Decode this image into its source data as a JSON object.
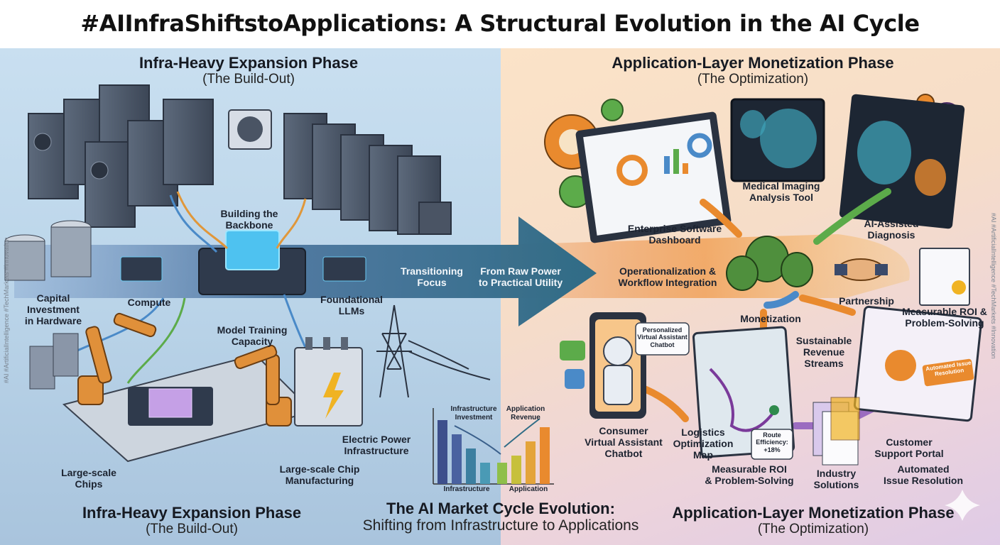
{
  "title": "#AIInfraShiftstoApplications: A Structural Evolution in the AI Cycle",
  "top_left": {
    "phase": "Infra-Heavy Expansion Phase",
    "sub": "(The Build-Out)"
  },
  "top_right": {
    "phase": "Application-Layer Monetization Phase",
    "sub": "(The Optimization)"
  },
  "bottom_left": {
    "phase": "Infra-Heavy Expansion Phase",
    "sub": "(The Build-Out)"
  },
  "bottom_center": {
    "title": "The AI Market Cycle Evolution:",
    "sub": "Shifting from Infrastructure to Applications"
  },
  "bottom_right": {
    "phase": "Application-Layer Monetization Phase",
    "sub": "(The Optimization)"
  },
  "infra_labels": {
    "backbone": "Building the\nBackbone",
    "capital": "Capital\nInvestment\nin Hardware",
    "compute": "Compute",
    "llms": "Foundational\nLLMs",
    "training": "Model Training\nCapacity",
    "power": "Electric Power\nInfrastructure",
    "chips": "Large-scale\nChips",
    "manufacturing": "Large-scale Chip\nManufacturing"
  },
  "arrow_labels": {
    "transition": "Transitioning\nFocus",
    "raw": "From Raw Power\nto Practical Utility"
  },
  "app_labels": {
    "dashboard": "Enterprise Software\nDashboard",
    "imaging": "Medical Imaging\nAnalysis Tool",
    "diagnosis": "AI-Assisted\nDiagnosis",
    "ops": "Operationalization &\nWorkflow Integration",
    "partnership": "Partnership",
    "roi_top": "Measurable ROI &\nProblem-Solving",
    "monetization": "Monetization",
    "revenue": "Sustainable\nRevenue\nStreams",
    "chatbot": "Consumer\nVirtual Assistant\nChatbot",
    "chat_bubble": "Personalized\nVirtual Assistant\nChatbot",
    "logistics": "Logistics\nOptimization\nMap",
    "roi_bottom": "Measurable ROI\n& Problem-Solving",
    "route": "Route\nEfficiency:\n+18%",
    "industry": "Industry\nSolutions",
    "support": "Customer\nSupport Portal",
    "resolution": "Automated\nIssue Resolution",
    "resolution_badge": "Automated Issue\nResolution"
  },
  "chart_data": {
    "type": "bar",
    "series": [
      {
        "name": "Infrastructure Investment",
        "values": [
          9,
          7,
          5,
          3
        ]
      },
      {
        "name": "Application Revenue",
        "values": [
          3,
          4,
          6,
          8
        ]
      }
    ],
    "xlabels": [
      "Infrastructure",
      "Application"
    ],
    "colors": [
      "#3d4f8c",
      "#4a62a0",
      "#3c7fa0",
      "#4a9ab5",
      "#8fbf4a",
      "#c7c03c",
      "#e4a43a",
      "#e98a2e"
    ]
  },
  "side_left": "#AI #ArtificialIntelligence #TechMarkets #Innovation",
  "side_right": "#AI #ArtificialIntelligence #TechMarkets #Innovation",
  "colors": {
    "infra_bg": "#bcd6ea",
    "app_bg": "#f6ddc8",
    "arrow": "#3c6f8c",
    "accent_orange": "#e98a2e",
    "accent_green": "#5cab4a",
    "accent_purple": "#9b6cc0"
  }
}
